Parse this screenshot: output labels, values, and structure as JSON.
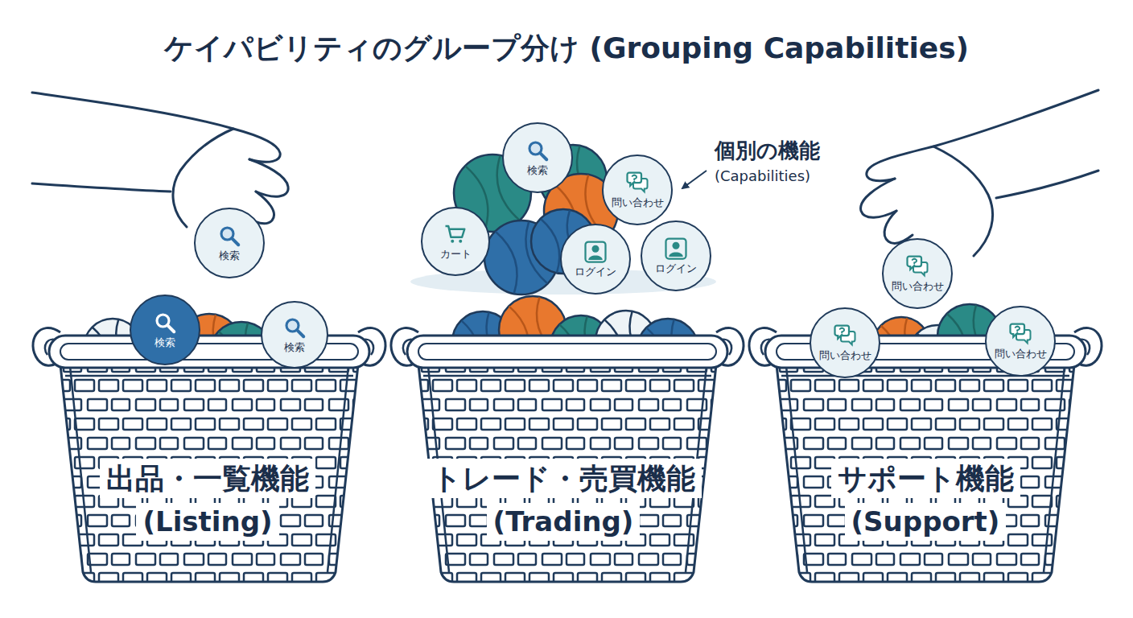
{
  "diagram": {
    "title": "ケイパビリティのグループ分け (Grouping Capabilities)",
    "nodes": [
      {
        "text": [
          "検索"
        ]
      },
      {
        "text": [
          "問い合わせ"
        ]
      },
      {
        "text": [
          "検索"
        ]
      },
      {
        "text": [
          "カート"
        ]
      },
      {
        "text": [
          "ログイン"
        ]
      },
      {
        "text": [
          "ログイン"
        ]
      },
      {
        "text": [
          "問い合わせ"
        ]
      },
      {
        "text": [
          "検索"
        ]
      },
      {
        "text": [
          "検索"
        ]
      },
      {
        "text": [
          "問い合わせ"
        ]
      },
      {
        "text": [
          "問い合わせ"
        ]
      },
      {
        "text": [
          "出品・一覧機能",
          "(Listing)"
        ]
      },
      {
        "text": [
          "トレード・売買機能",
          "(Trading)"
        ]
      },
      {
        "text": [
          "サポート機能",
          "(Support)"
        ]
      }
    ],
    "labels": [
      "個別の機能",
      "(Capabilities)"
    ]
  }
}
